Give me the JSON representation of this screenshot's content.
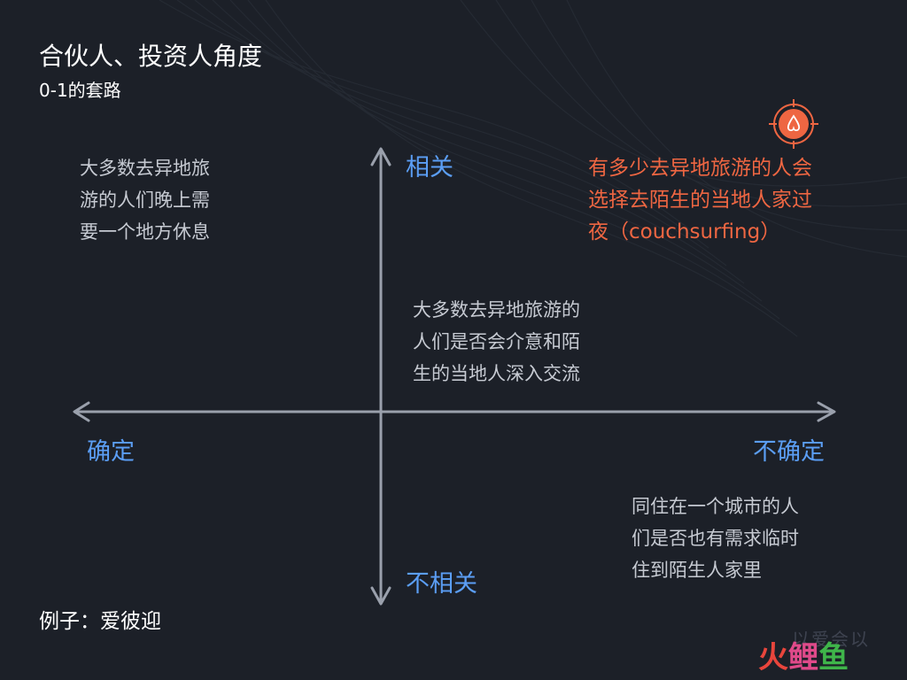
{
  "header": {
    "title": "合伙人、投资人角度",
    "subtitle": "0-1的套路"
  },
  "axis_labels": {
    "top": "相关",
    "bottom": "不相关",
    "left": "确定",
    "right": "不确定"
  },
  "quadrants": {
    "top_left": [
      "大多数去异地旅",
      "游的人们晚上需",
      "要一个地方休息"
    ],
    "top_right": [
      "有多少去异地旅游的人会",
      "选择去陌生的当地人家过",
      "夜（couchsurfing）"
    ],
    "center": [
      "大多数去异地旅游的",
      "人们是否会介意和陌",
      "生的当地人深入交流"
    ],
    "bottom_right": [
      "同住在一个城市的人",
      "们是否也有需求临时",
      "住到陌生人家里"
    ]
  },
  "example": "例子：爱彼迎",
  "watermark": {
    "top": "以爱会以",
    "main_1": "火",
    "main_2": "鲤",
    "main_3": "鱼"
  },
  "colors": {
    "background": "#1c2028",
    "axis": "#9aa0ac",
    "axis_label": "#5b9ef5",
    "highlight": "#ee6642",
    "text": "#c6cad2"
  },
  "icons": {
    "badge": "airbnb-logo-target-icon"
  }
}
